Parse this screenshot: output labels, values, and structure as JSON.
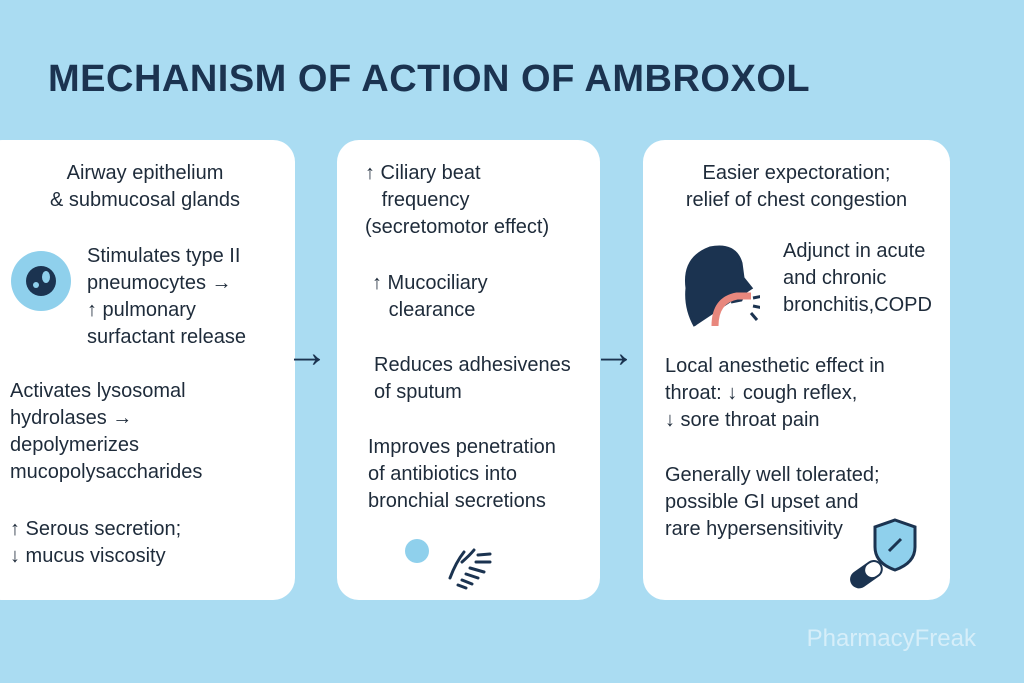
{
  "title": "MECHANISM OF ACTION OF AMBROXOL",
  "col1": {
    "heading": "Airway epithelium\n& submucosal glands",
    "p1": "Stimulates type II\npneumocytes →\n↑ pulmonary\nsurfactant release",
    "p2": "Activates lysosomal\nhydrolases →\ndepolymerizes\nmucopolysaccharides",
    "p3": "↑ Serous secretion;\n↓ mucus viscosity"
  },
  "col2": {
    "p1": "↑ Ciliary beat\n   frequency\n(secretomotor effect)",
    "p2": "↑ Mucociliary\n   clearance",
    "p3": "Reduces adhesivenes\nof sputum",
    "p4": "Improves penetration\nof antibiotics into\nbronchial secretions"
  },
  "col3": {
    "heading": "Easier expectoration;\nrelief of chest congestion",
    "p1": "Adjunct in acute\nand chronic\nbronchitis,COPD",
    "p2": "Local anesthetic effect in\nthroat: ↓ cough reflex,\n↓ sore throat pain",
    "p3": "Generally well tolerated;\npossible GI upset and\nrare hypersensitivity"
  },
  "arrow": "→",
  "watermark": "PharmacyFreak"
}
